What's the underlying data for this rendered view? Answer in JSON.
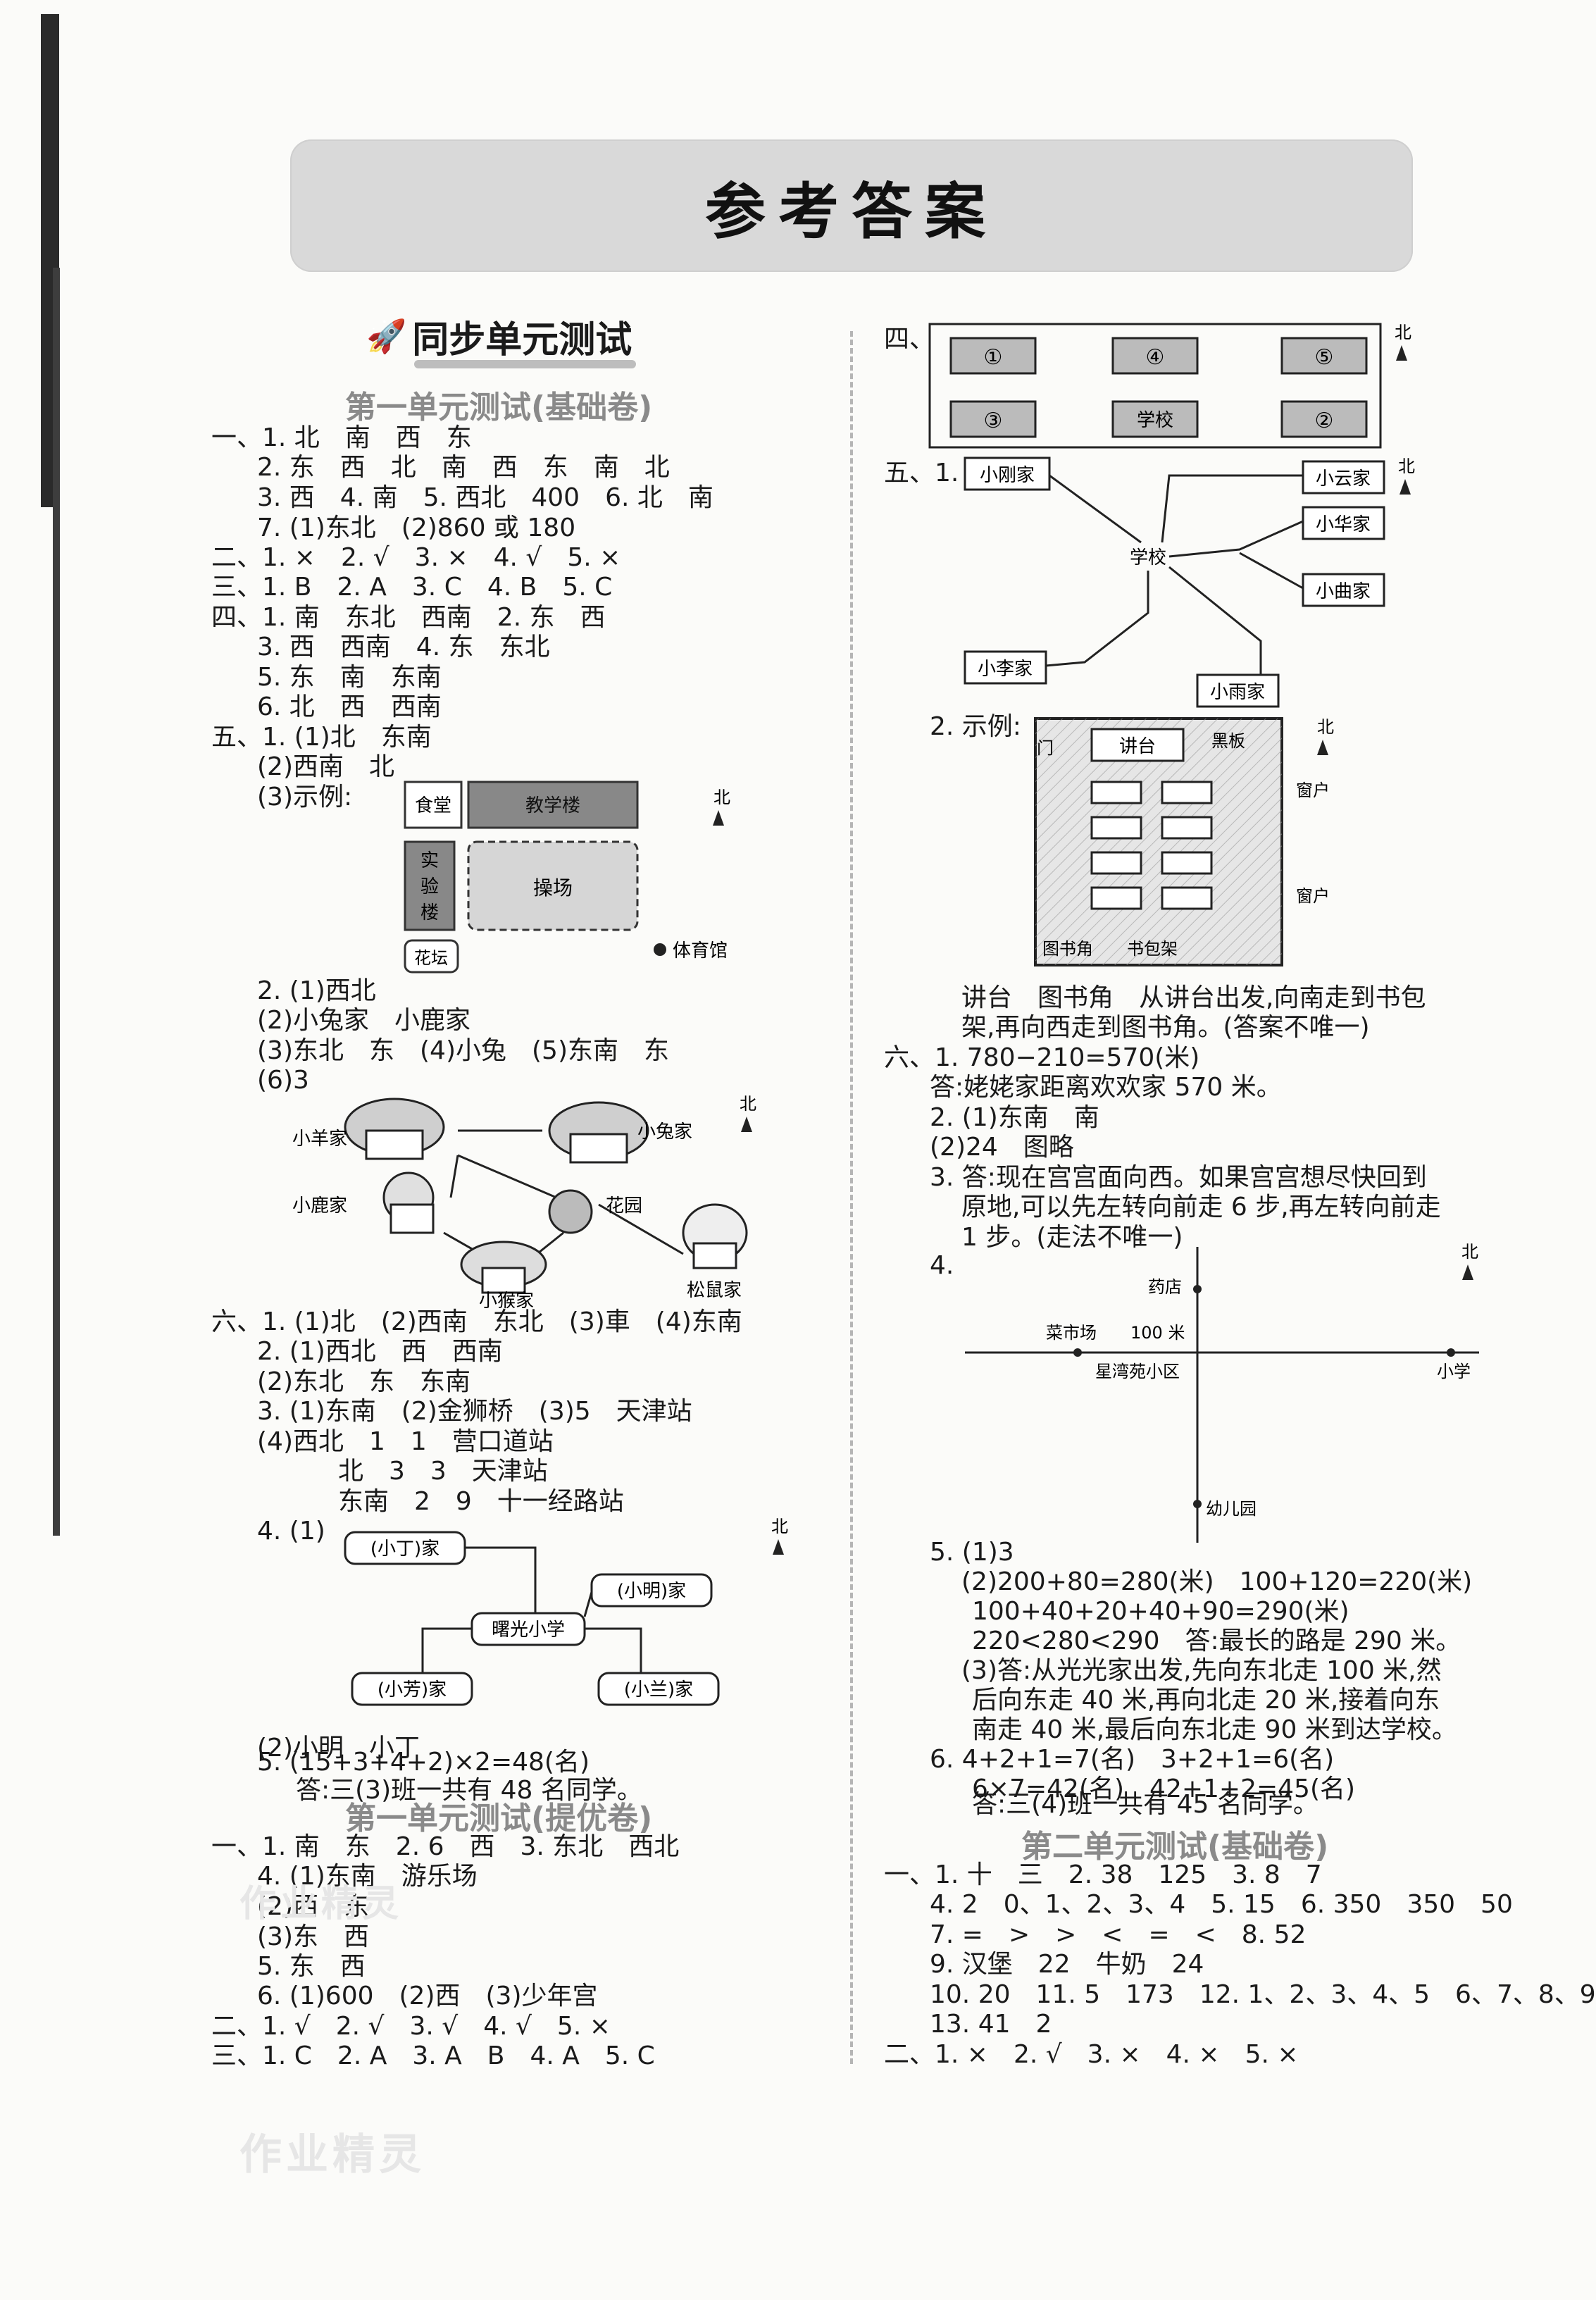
{
  "banner_title": "参考答案",
  "section_title": "同步单元测试",
  "subtitles": {
    "u1_basic": "第一单元测试(基础卷)",
    "u1_adv": "第一单元测试(提优卷)",
    "u2_basic": "第二单元测试(基础卷)"
  },
  "left_lines": [
    "一、1. 北　南　西　东",
    "2. 东　西　北　南　西　东　南　北",
    "3. 西　4. 南　5. 西北　400　6. 北　南",
    "7. (1)东北　(2)860 或 180",
    "二、1. ×　2. √　3. ×　4. √　5. ×",
    "三、1. B　2. A　3. C　4. B　5. C",
    "四、1. 南　东北　西南　2. 东　西",
    "3. 西　西南　4. 东　东北",
    "5. 东　南　东南",
    "6. 北　西　西南",
    "五、1. (1)北　东南",
    "(2)西南　北",
    "(3)示例:",
    "2. (1)西北",
    "(2)小兔家　小鹿家",
    "(3)东北　东　(4)小兔　(5)东南　东",
    "(6)3",
    "六、1. (1)北　(2)西南　东北　(3)車　(4)东南",
    "2. (1)西北　西　西南",
    "(2)东北　东　东南",
    "3. (1)东南　(2)金狮桥　(3)5　天津站",
    "(4)西北　1　1　营口道站",
    "北　3　3　天津站",
    "东南　2　9　十一经路站",
    "4. (1)",
    "(2)小明　小丁",
    "5. (15+3+4+2)×2=48(名)",
    "答:三(3)班一共有 48 名同学。"
  ],
  "left_lines_adv": [
    "一、1. 南　东　2. 6　西　3. 东北　西北",
    "4. (1)东南　游乐场",
    "(2)西　东",
    "(3)东　西",
    "5. 东　西",
    "6. (1)600　(2)西　(3)少年宫",
    "二、1. √　2. √　3. √　4. √　5. ×",
    "三、1. C　2. A　3. A　B　4. A　5. C"
  ],
  "right_lines": [
    "四、",
    "五、1.",
    "2. 示例:",
    "讲台　图书角　从讲台出发,向南走到书包",
    "架,再向西走到图书角。(答案不唯一)",
    "六、1. 780−210=570(米)",
    "答:姥姥家距离欢欢家 570 米。",
    "2. (1)东南　南",
    "(2)24　图略",
    "3. 答:现在宫宫面向西。如果宫宫想尽快回到",
    "原地,可以先左转向前走 6 步,再左转向前走",
    "1 步。(走法不唯一)",
    "4.",
    "5. (1)3",
    "(2)200+80=280(米)　100+120=220(米)",
    "100+40+20+40+90=290(米)",
    "220<280<290　答:最长的路是 290 米。",
    "(3)答:从光光家出发,先向东北走 100 米,然",
    "后向东走 40 米,再向北走 20 米,接着向东",
    "南走 40 米,最后向东北走 90 米到达学校。",
    "6. 4+2+1=7(名)　3+2+1=6(名)",
    "6×7=42(名)　42+1+2=45(名)",
    "答:三(4)班一共有 45 名同学。"
  ],
  "right_lines_u2": [
    "一、1. 十　三　2. 38　125　3. 8　7",
    "4. 2　0、1、2、3、4　5. 15　6. 350　350　50",
    "7. =　>　>　<　=　<　8. 52",
    "9. 汉堡　22　牛奶　24",
    "10. 20　11. 5　173　12. 1、2、3、4、5　6、7、8、9",
    "13. 41　2",
    "二、1. ×　2. √　3. ×　4. ×　5. ×"
  ],
  "map_campus": {
    "canteen": "食堂",
    "teaching": "教学楼",
    "lab1": "实",
    "lab2": "验",
    "lab3": "楼",
    "field": "操场",
    "garden": "花坛",
    "gym": "体育馆",
    "north": "北"
  },
  "map_homes": {
    "goat": "小羊家",
    "rabbit": "小兔家",
    "deer": "小鹿家",
    "garden": "花园",
    "monkey": "小猴家",
    "squirrel": "松鼠家",
    "north": "北"
  },
  "map_school": {
    "ding": "(小丁)家",
    "ming": "(小明)家",
    "school": "曙光小学",
    "fang": "(小芳)家",
    "lan": "(小兰)家",
    "north": "北"
  },
  "grid_four": {
    "c1": "①",
    "c4": "④",
    "c5": "⑤",
    "c3": "③",
    "school": "学校",
    "c2": "②",
    "north": "北"
  },
  "map_five": {
    "xiaogang": "小刚家",
    "xiaoyun": "小云家",
    "xiaohua": "小华家",
    "school": "学校",
    "xiaoqu": "小曲家",
    "xiaoli": "小李家",
    "xiaoyu": "小雨家",
    "north": "北"
  },
  "classroom": {
    "door": "门",
    "podium": "讲台",
    "board": "黑板",
    "window": "窗户",
    "library": "图书角",
    "bagshelf": "书包架",
    "north": "北"
  },
  "axis_map": {
    "pharmacy": "药店",
    "market": "菜市场",
    "scale": "100 米",
    "xwy": "星湾苑小区",
    "primary": "小学",
    "kinder": "幼儿园",
    "north": "北"
  },
  "watermark": "作业精灵"
}
